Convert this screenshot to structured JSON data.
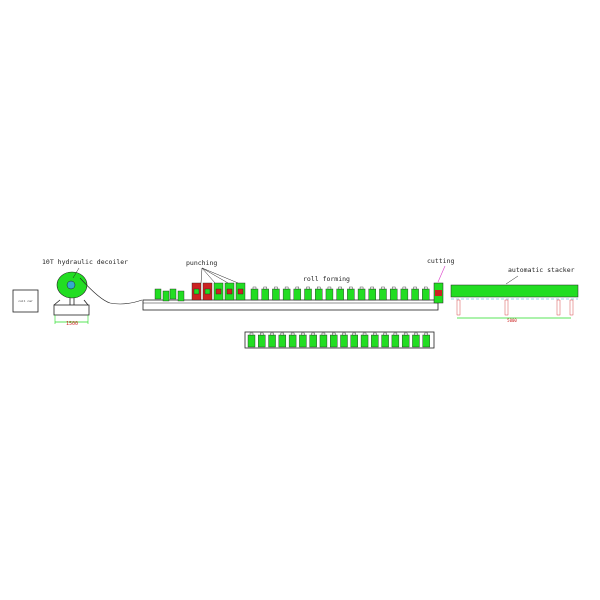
{
  "labels": {
    "decoiler": "10T hydraulic decoiler",
    "punching": "punching",
    "roll_forming": "roll forming",
    "cutting": "cutting",
    "stacker": "automatic stacker",
    "coil_car": "coil car",
    "decoiler_dim": "1500",
    "stacker_dim": "5000"
  },
  "colors": {
    "green": "#22dd22",
    "red": "#cc2222",
    "line": "#222222",
    "cyan": "#33aacc",
    "magenta": "#dd44cc"
  }
}
